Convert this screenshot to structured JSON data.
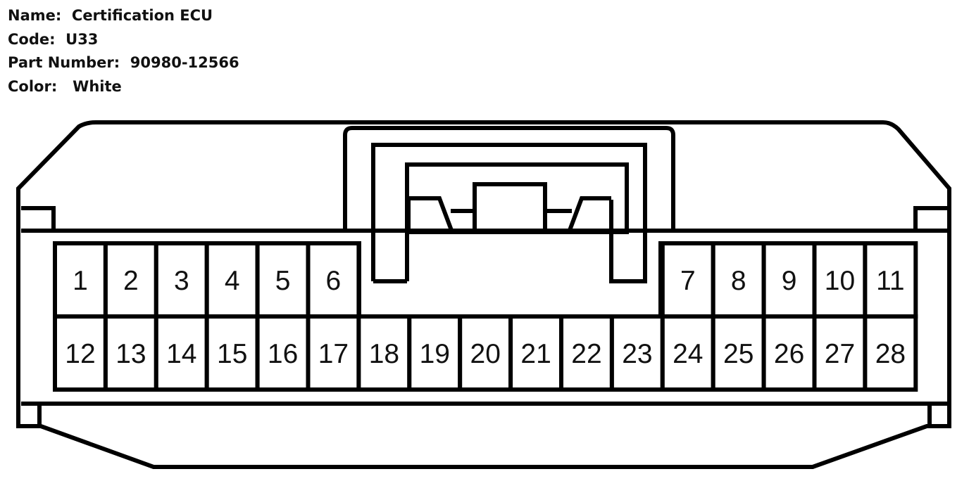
{
  "header": {
    "name_label": "Name:",
    "name_value": "Certification ECU",
    "code_label": "Code:",
    "code_value": "U33",
    "part_label": "Part Number:",
    "part_value": "90980-12566",
    "color_label": "Color:",
    "color_value": "White"
  },
  "connector": {
    "stroke_color": "#000000",
    "fill_color": "#ffffff",
    "top_row_left": [
      "1",
      "2",
      "3",
      "4",
      "5",
      "6"
    ],
    "top_row_right": [
      "7",
      "8",
      "9",
      "10",
      "11"
    ],
    "bottom_row": [
      "12",
      "13",
      "14",
      "15",
      "16",
      "17",
      "18",
      "19",
      "20",
      "21",
      "22",
      "23",
      "24",
      "25",
      "26",
      "27",
      "28"
    ]
  }
}
